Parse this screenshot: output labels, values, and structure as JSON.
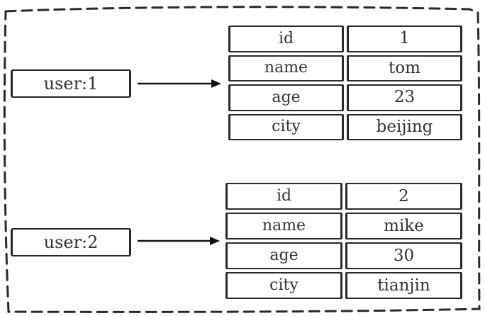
{
  "records": [
    {
      "key": "user:1",
      "fields": [
        {
          "field": "id",
          "value": "1"
        },
        {
          "field": "name",
          "value": "tom"
        },
        {
          "field": "age",
          "value": "23"
        },
        {
          "field": "city",
          "value": "beijing"
        }
      ]
    },
    {
      "key": "user:2",
      "fields": [
        {
          "field": "id",
          "value": "2"
        },
        {
          "field": "name",
          "value": "mike"
        },
        {
          "field": "age",
          "value": "30"
        },
        {
          "field": "city",
          "value": "tianjin"
        }
      ]
    }
  ],
  "colors": {
    "stroke": "#2a2a2a",
    "text": "#333333",
    "background": "#ffffff"
  }
}
